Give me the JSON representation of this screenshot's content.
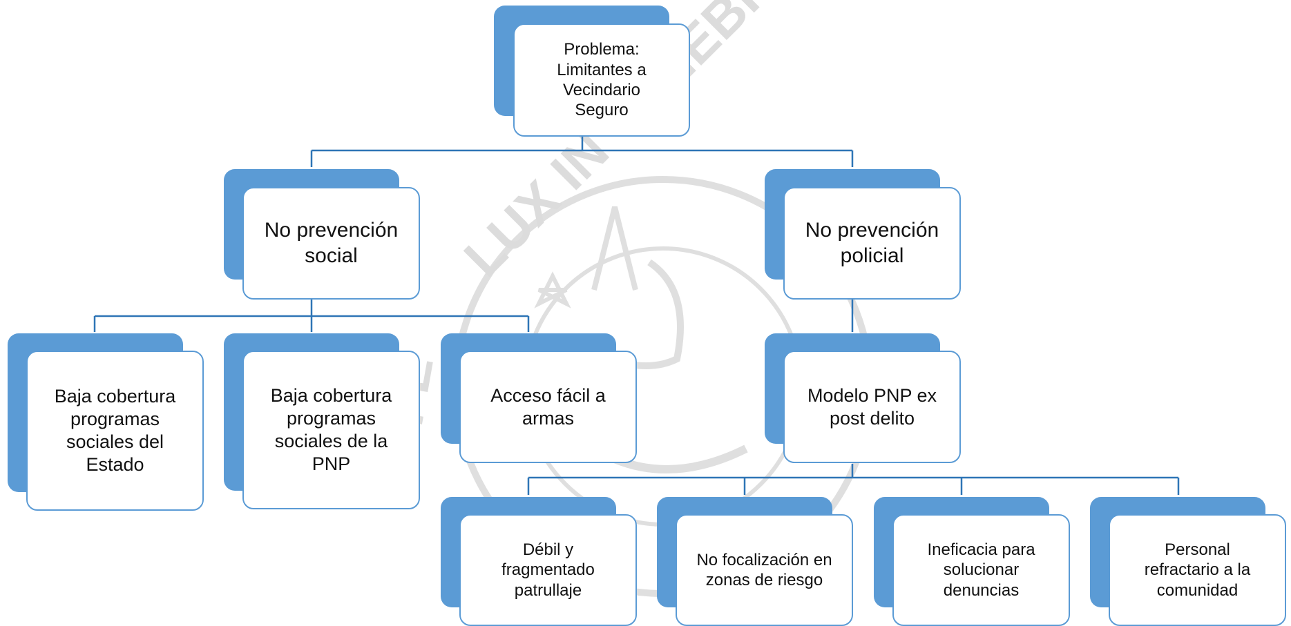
{
  "diagram": {
    "watermark": {
      "motto": "LUX IN TENEBRIS",
      "initials": "FE"
    },
    "root": {
      "label": "Problema: Limitantes a Vecindario Seguro"
    },
    "branches": [
      {
        "label": "No prevención social",
        "children": [
          {
            "label": "Baja cobertura programas sociales del Estado"
          },
          {
            "label": "Baja cobertura programas sociales de la PNP"
          },
          {
            "label": "Acceso fácil a armas"
          }
        ]
      },
      {
        "label": "No prevención policial",
        "children": [
          {
            "label": "Modelo PNP ex post delito",
            "children": [
              {
                "label": "Débil y fragmentado patrullaje"
              },
              {
                "label": "No focalización en zonas de riesgo"
              },
              {
                "label": "Ineficacia para solucionar denuncias"
              },
              {
                "label": "Personal refractario a la comunidad"
              }
            ]
          }
        ]
      }
    ]
  },
  "colors": {
    "accent": "#5b9bd5",
    "connector": "#2e75b6",
    "watermark": "#d9d9d9"
  }
}
